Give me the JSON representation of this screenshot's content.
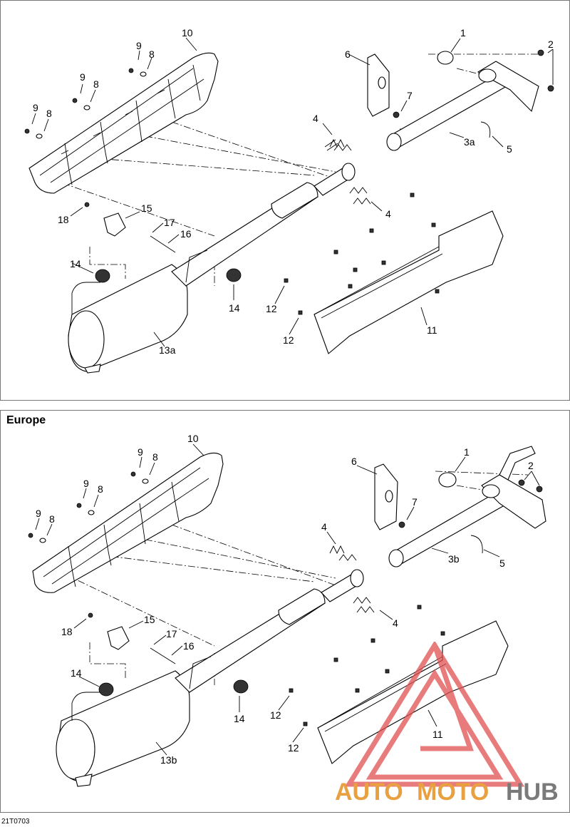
{
  "top_panel": {
    "labels": {
      "l1": "1",
      "l2": "2",
      "l3a": "3a",
      "l4a": "4",
      "l4b": "4",
      "l5": "5",
      "l6": "6",
      "l7": "7",
      "l8a": "8",
      "l8b": "8",
      "l8c": "8",
      "l9a": "9",
      "l9b": "9",
      "l9c": "9",
      "l10": "10",
      "l11": "11",
      "l12a": "12",
      "l12b": "12",
      "l13a": "13a",
      "l14a": "14",
      "l14b": "14",
      "l15": "15",
      "l16": "16",
      "l17": "17",
      "l18": "18"
    }
  },
  "bottom_panel": {
    "title": "Europe",
    "labels": {
      "l1": "1",
      "l2": "2",
      "l3b": "3b",
      "l4a": "4",
      "l4b": "4",
      "l5": "5",
      "l6": "6",
      "l7": "7",
      "l8a": "8",
      "l8b": "8",
      "l8c": "8",
      "l9a": "9",
      "l9b": "9",
      "l9c": "9",
      "l10": "10",
      "l11": "11",
      "l12a": "12",
      "l12b": "12",
      "l13b": "13b",
      "l14a": "14",
      "l14b": "14",
      "l15": "15",
      "l16": "16",
      "l17": "17",
      "l18": "18"
    }
  },
  "figure_code": "21T0703",
  "watermark": {
    "text_a": "AUTO",
    "text_b": "MOTO",
    "text_c": "HUB",
    "color_main": "#e8a040",
    "color_hub": "#7a7a7a",
    "color_logo": "#e05050"
  }
}
